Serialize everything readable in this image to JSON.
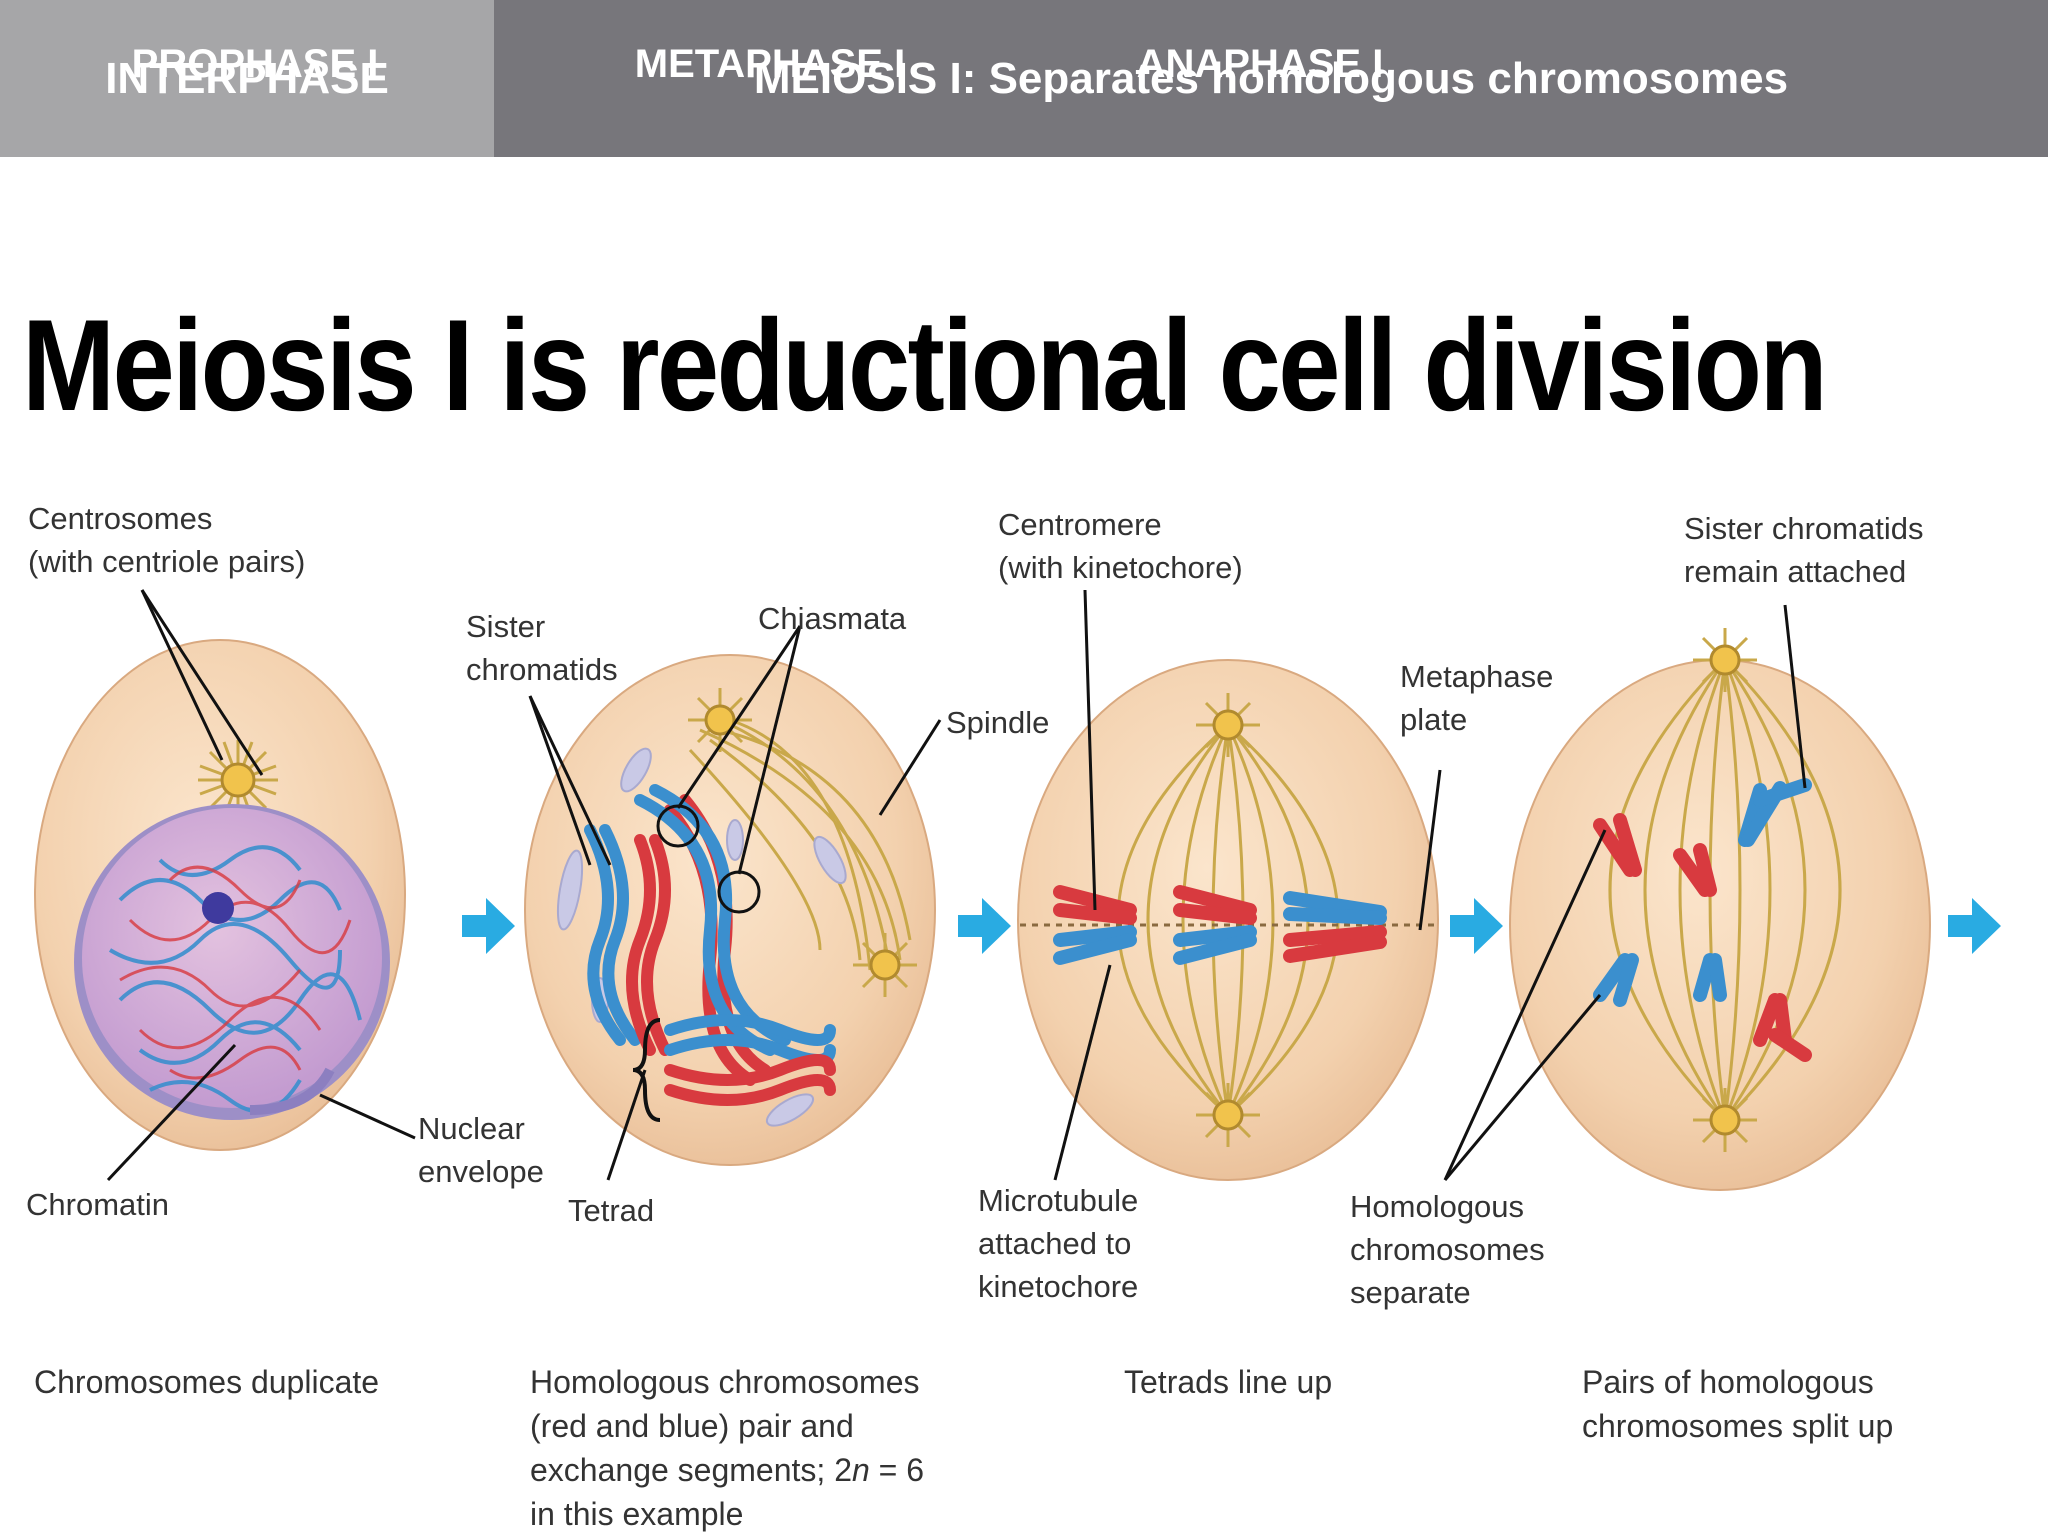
{
  "header": {
    "interphase": "INTERPHASE",
    "meiosis_title": "MEIOSIS I: Separates homologous chromosomes",
    "phases": [
      "PROPHASE I",
      "METAPHASE I",
      "ANAPHASE I"
    ]
  },
  "slide_title": "Meiosis I is reductional cell division",
  "labels": {
    "centrosomes": "Centrosomes\n(with centriole pairs)",
    "chromatin": "Chromatin",
    "nuclear_envelope": "Nuclear\nenvelope",
    "sister_chromatids": "Sister\nchromatids",
    "chiasmata": "Chiasmata",
    "spindle": "Spindle",
    "tetrad": "Tetrad",
    "centromere": "Centromere\n(with kinetochore)",
    "metaphase_plate": "Metaphase\nplate",
    "microtubule": "Microtubule\nattached to\nkinetochore",
    "sister_attached": "Sister chromatids\nremain attached",
    "homologous_separate": "Homologous\nchromosomes\nseparate"
  },
  "captions": {
    "interphase": "Chromosomes duplicate",
    "prophase_line1": "Homologous chromosomes\n(red and blue) pair and\nexchange segments; 2",
    "prophase_n": "n",
    "prophase_line2": " = 6\nin this example",
    "metaphase": "Tetrads line up",
    "anaphase": "Pairs of homologous\nchromosomes split up"
  },
  "colors": {
    "interphase_bar": "#a6a6a8",
    "meiosis_bar": "#77767b",
    "phase_bar": "#aa5f9e",
    "cell_fill": "#f5d7b8",
    "spindle": "#c9a84a",
    "chromosome_red": "#d83a3f",
    "chromosome_blue": "#3b8fce",
    "arrow": "#29abe2"
  },
  "icons": [
    "arrow-right-icon",
    "arrow-right-icon",
    "arrow-right-icon",
    "arrow-right-icon"
  ]
}
